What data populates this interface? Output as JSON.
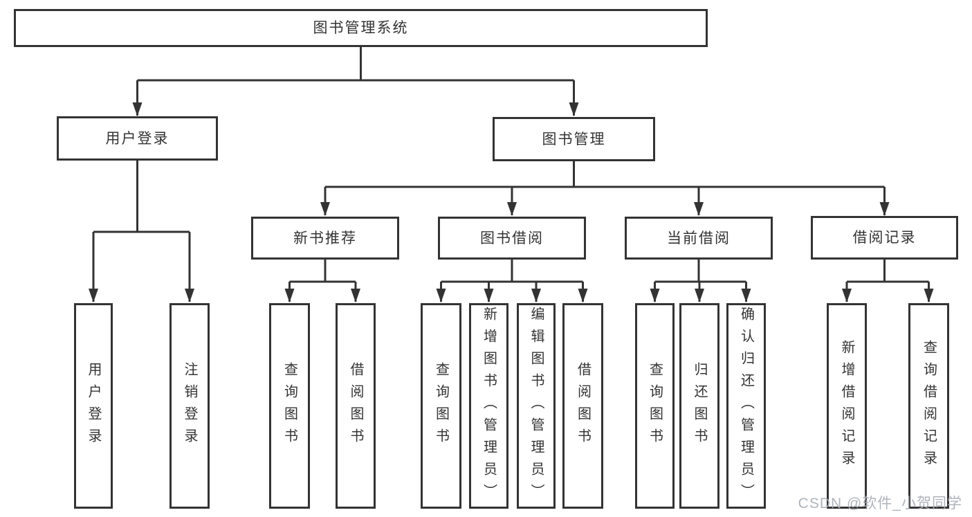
{
  "diagram": {
    "type": "hierarchy-tree",
    "line_color": "#333333",
    "box_border_color": "#333333",
    "background_color": "#ffffff",
    "nodes": [
      {
        "id": "root",
        "label": "图书管理系统",
        "parent": null
      },
      {
        "id": "user-login",
        "label": "用户登录",
        "parent": "root"
      },
      {
        "id": "book-management",
        "label": "图书管理",
        "parent": "root"
      },
      {
        "id": "new-book-recommend",
        "label": "新书推荐",
        "parent": "book-management"
      },
      {
        "id": "book-borrow",
        "label": "图书借阅",
        "parent": "book-management"
      },
      {
        "id": "current-borrow",
        "label": "当前借阅",
        "parent": "book-management"
      },
      {
        "id": "borrow-records",
        "label": "借阅记录",
        "parent": "book-management"
      },
      {
        "id": "leaf-user-login",
        "label": "用户登录",
        "parent": "user-login"
      },
      {
        "id": "leaf-logout",
        "label": "注销登录",
        "parent": "user-login"
      },
      {
        "id": "leaf-query-book-a",
        "label": "查询图书",
        "parent": "new-book-recommend"
      },
      {
        "id": "leaf-borrow-book-a",
        "label": "借阅图书",
        "parent": "new-book-recommend"
      },
      {
        "id": "leaf-query-book-b",
        "label": "查询图书",
        "parent": "book-borrow"
      },
      {
        "id": "leaf-add-book",
        "label": "新增图书（管理员）",
        "parent": "book-borrow"
      },
      {
        "id": "leaf-edit-book",
        "label": "编辑图书（管理员）",
        "parent": "book-borrow"
      },
      {
        "id": "leaf-borrow-book-b",
        "label": "借阅图书",
        "parent": "book-borrow"
      },
      {
        "id": "leaf-query-book-c",
        "label": "查询图书",
        "parent": "current-borrow"
      },
      {
        "id": "leaf-return-book",
        "label": "归还图书",
        "parent": "current-borrow"
      },
      {
        "id": "leaf-confirm-return",
        "label": "确认归还（管理员）",
        "parent": "current-borrow"
      },
      {
        "id": "leaf-add-record",
        "label": "新增借阅记录",
        "parent": "borrow-records"
      },
      {
        "id": "leaf-query-record",
        "label": "查询借阅记录",
        "parent": "borrow-records"
      }
    ]
  },
  "watermark": {
    "text": "CSDN @软件_小贺同学"
  }
}
